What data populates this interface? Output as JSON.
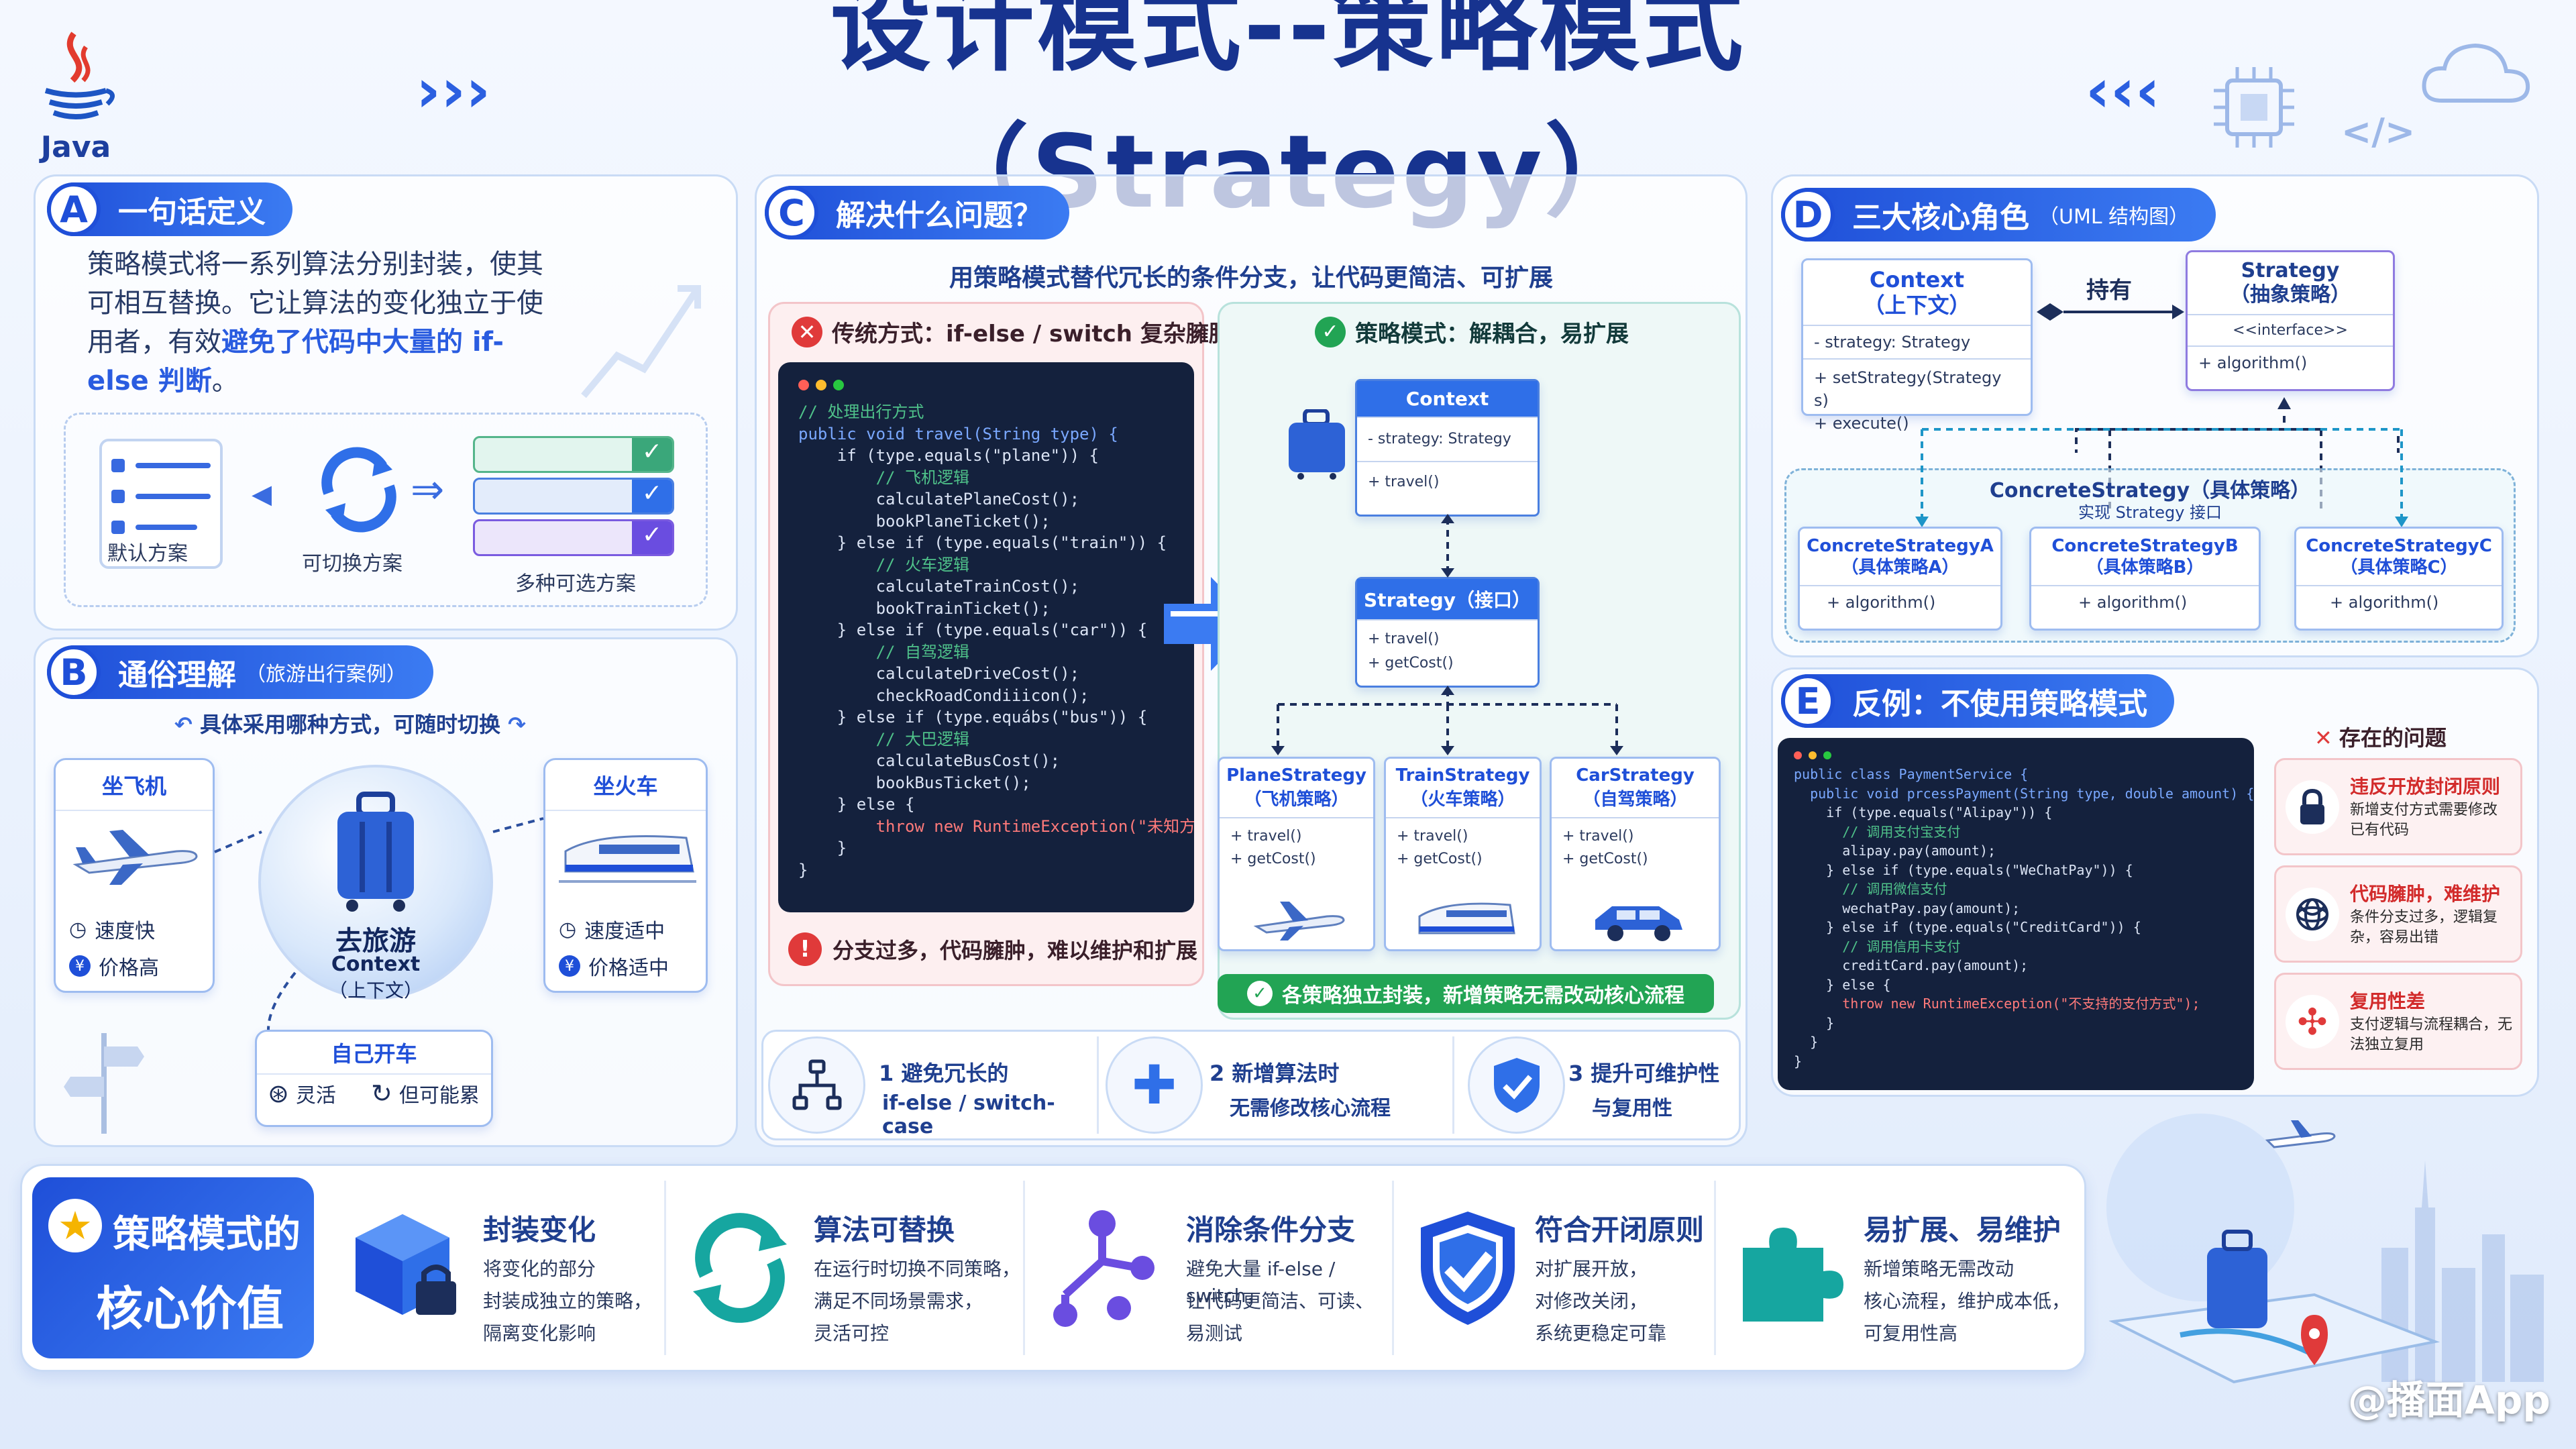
{
  "logo": {
    "text": "Java"
  },
  "title": "设计模式--策略模式（Strategy）",
  "watermark": "@播面App",
  "sectionA": {
    "letter": "A",
    "title": "一句话定义",
    "text_plain": "策略模式将一系列算法分别封装，使其可相互替换。它让算法的变化独立于使用者，有效",
    "text_highlight": "避免了代码中大量的 if-else 判断",
    "text_end": "。",
    "labels": [
      "默认方案",
      "可切换方案",
      "多种可选方案"
    ]
  },
  "sectionB": {
    "letter": "B",
    "title": "通俗理解",
    "subtitle": "（旅游出行案例）",
    "hint": "具体采用哪种方式，可随时切换",
    "center_title": "去旅游",
    "center_sub1": "Context",
    "center_sub2": "（上下文）",
    "plane": {
      "title": "坐飞机",
      "p1": "速度快",
      "p2": "价格高"
    },
    "train": {
      "title": "坐火车",
      "p1": "速度适中",
      "p2": "价格适中"
    },
    "car": {
      "title": "自己开车",
      "p1": "灵活",
      "p2": "但可能累"
    }
  },
  "sectionC": {
    "letter": "C",
    "title": "解决什么问题？",
    "subtitle": "用策略模式替代冗长的条件分支，让代码更简洁、可扩展",
    "left_title": "传统方式：if-else / switch 复杂臃肿",
    "right_title": "策略模式：解耦合，易扩展",
    "code": [
      {
        "t": "// 处理出行方式",
        "c": "cm"
      },
      {
        "t": "public void travel(String type) {",
        "c": "kw"
      },
      {
        "t": "    if (type.equals(\"plane\")) {",
        "c": ""
      },
      {
        "t": "        // 飞机逻辑",
        "c": "cm"
      },
      {
        "t": "        calculatePlaneCost();",
        "c": ""
      },
      {
        "t": "        bookPlaneTicket();",
        "c": ""
      },
      {
        "t": "    } else if (type.equals(\"train\")) {",
        "c": ""
      },
      {
        "t": "        // 火车逻辑",
        "c": "cm"
      },
      {
        "t": "        calculateTrainCost();",
        "c": ""
      },
      {
        "t": "        bookTrainTicket();",
        "c": ""
      },
      {
        "t": "    } else if (type.equals(\"car\")) {",
        "c": ""
      },
      {
        "t": "        // 自驾逻辑",
        "c": "cm"
      },
      {
        "t": "        calculateDriveCost();",
        "c": ""
      },
      {
        "t": "        checkRoadCondiiicon();",
        "c": ""
      },
      {
        "t": "    } else if (type.equábs(\"bus\")) {",
        "c": ""
      },
      {
        "t": "        // 大巴逻辑",
        "c": "cm"
      },
      {
        "t": "        calculateBusCost();",
        "c": ""
      },
      {
        "t": "        bookBusTicket();",
        "c": ""
      },
      {
        "t": "    } else {",
        "c": ""
      },
      {
        "t": "        throw new RuntimeException(\"未知方式\");",
        "c": "ex"
      },
      {
        "t": "    }",
        "c": ""
      },
      {
        "t": "}",
        "c": ""
      }
    ],
    "left_warning": "分支过多，代码臃肿，难以维护和扩展",
    "context": {
      "name": "Context",
      "field": "- strategy: Strategy",
      "method": "+ travel()"
    },
    "strategy": {
      "name": "Strategy（接口）",
      "m1": "+ travel()",
      "m2": "+ getCost()"
    },
    "impls": [
      {
        "name": "PlaneStrategy",
        "cn": "（飞机策略）",
        "m1": "+ travel()",
        "m2": "+ getCost()"
      },
      {
        "name": "TrainStrategy",
        "cn": "（火车策略）",
        "m1": "+ travel()",
        "m2": "+ getCost()"
      },
      {
        "name": "CarStrategy",
        "cn": "（自驾策略）",
        "m1": "+ travel()",
        "m2": "+ getCost()"
      }
    ],
    "right_footer": "各策略独立封装，新增策略无需改动核心流程",
    "benefits": [
      {
        "l1": "1 避免冗长的",
        "l2": "if-else / switch-case"
      },
      {
        "l1": "2 新增算法时",
        "l2": "无需修改核心流程"
      },
      {
        "l1": "3 提升可维护性",
        "l2": "与复用性"
      }
    ]
  },
  "sectionD": {
    "letter": "D",
    "title": "三大核心角色",
    "subtitle": "（UML 结构图）",
    "context": {
      "name": "Context",
      "cn": "（上下文）",
      "field": "- strategy: Strategy",
      "m1": "+ setStrategy(Strategy s)",
      "m2": "+ execute()"
    },
    "holds": "持有",
    "strategy": {
      "name": "Strategy",
      "cn": "（抽象策略）",
      "stereo": "<<interface>>",
      "m1": "+ algorithm()"
    },
    "concrete_title": "ConcreteStrategy（具体策略）",
    "concrete_sub": "实现 Strategy 接口",
    "impls": [
      {
        "name": "ConcreteStrategyA",
        "cn": "（具体策略A）",
        "m": "+ algorithm()"
      },
      {
        "name": "ConcreteStrategyB",
        "cn": "（具体策略B）",
        "m": "+ algorithm()"
      },
      {
        "name": "ConcreteStrategyC",
        "cn": "（具体策略C）",
        "m": "+ algorithm()"
      }
    ]
  },
  "sectionE": {
    "letter": "E",
    "title": "反例：不使用策略模式",
    "code": [
      {
        "t": "public class PaymentService {",
        "c": "kw"
      },
      {
        "t": "  public void prcessPayment(String type, double amount) {",
        "c": "kw"
      },
      {
        "t": "    if (type.equals(\"Alipay\")) {",
        "c": ""
      },
      {
        "t": "      // 调用支付宝支付",
        "c": "cm"
      },
      {
        "t": "      alipay.pay(amount);",
        "c": ""
      },
      {
        "t": "    } else if (type.equals(\"WeChatPay\")) {",
        "c": ""
      },
      {
        "t": "      // 调用微信支付",
        "c": "cm"
      },
      {
        "t": "      wechatPay.pay(amount);",
        "c": ""
      },
      {
        "t": "    } else if (type.equals(\"CreditCard\")) {",
        "c": ""
      },
      {
        "t": "      // 调用信用卡支付",
        "c": "cm"
      },
      {
        "t": "      creditCard.pay(amount);",
        "c": ""
      },
      {
        "t": "    } else {",
        "c": ""
      },
      {
        "t": "      throw new RuntimeException(\"不支持的支付方式\");",
        "c": "ex"
      },
      {
        "t": "    }",
        "c": ""
      },
      {
        "t": "  }",
        "c": ""
      },
      {
        "t": "}",
        "c": ""
      }
    ],
    "issues_title": "存在的问题",
    "issues": [
      {
        "title": "违反开放封闭原则",
        "desc": "新增支付方式需要修改已有代码"
      },
      {
        "title": "代码臃肿，难维护",
        "desc": "条件分支过多，逻辑复杂，容易出错"
      },
      {
        "title": "复用性差",
        "desc": "支付逻辑与流程耦合，无法独立复用"
      }
    ]
  },
  "values": {
    "title_l1": "策略模式的",
    "title_l2": "核心价值",
    "items": [
      {
        "title": "封装变化",
        "d1": "将变化的部分",
        "d2": "封装成独立的策略，",
        "d3": "隔离变化影响"
      },
      {
        "title": "算法可替换",
        "d1": "在运行时切换不同策略，",
        "d2": "满足不同场景需求，",
        "d3": "灵活可控"
      },
      {
        "title": "消除条件分支",
        "d1": "避免大量 if-else / switch，",
        "d2": "让代码更简洁、可读、",
        "d3": "易测试"
      },
      {
        "title": "符合开闭原则",
        "d1": "对扩展开放，",
        "d2": "对修改关闭，",
        "d3": "系统更稳定可靠"
      },
      {
        "title": "易扩展、易维护",
        "d1": "新增策略无需改动",
        "d2": "核心流程，维护成本低，",
        "d3": "可复用性高"
      }
    ]
  },
  "colors": {
    "primary": "#1f4fd8",
    "accent": "#3b7bf2",
    "danger": "#e03a3a",
    "success": "#22a454"
  }
}
